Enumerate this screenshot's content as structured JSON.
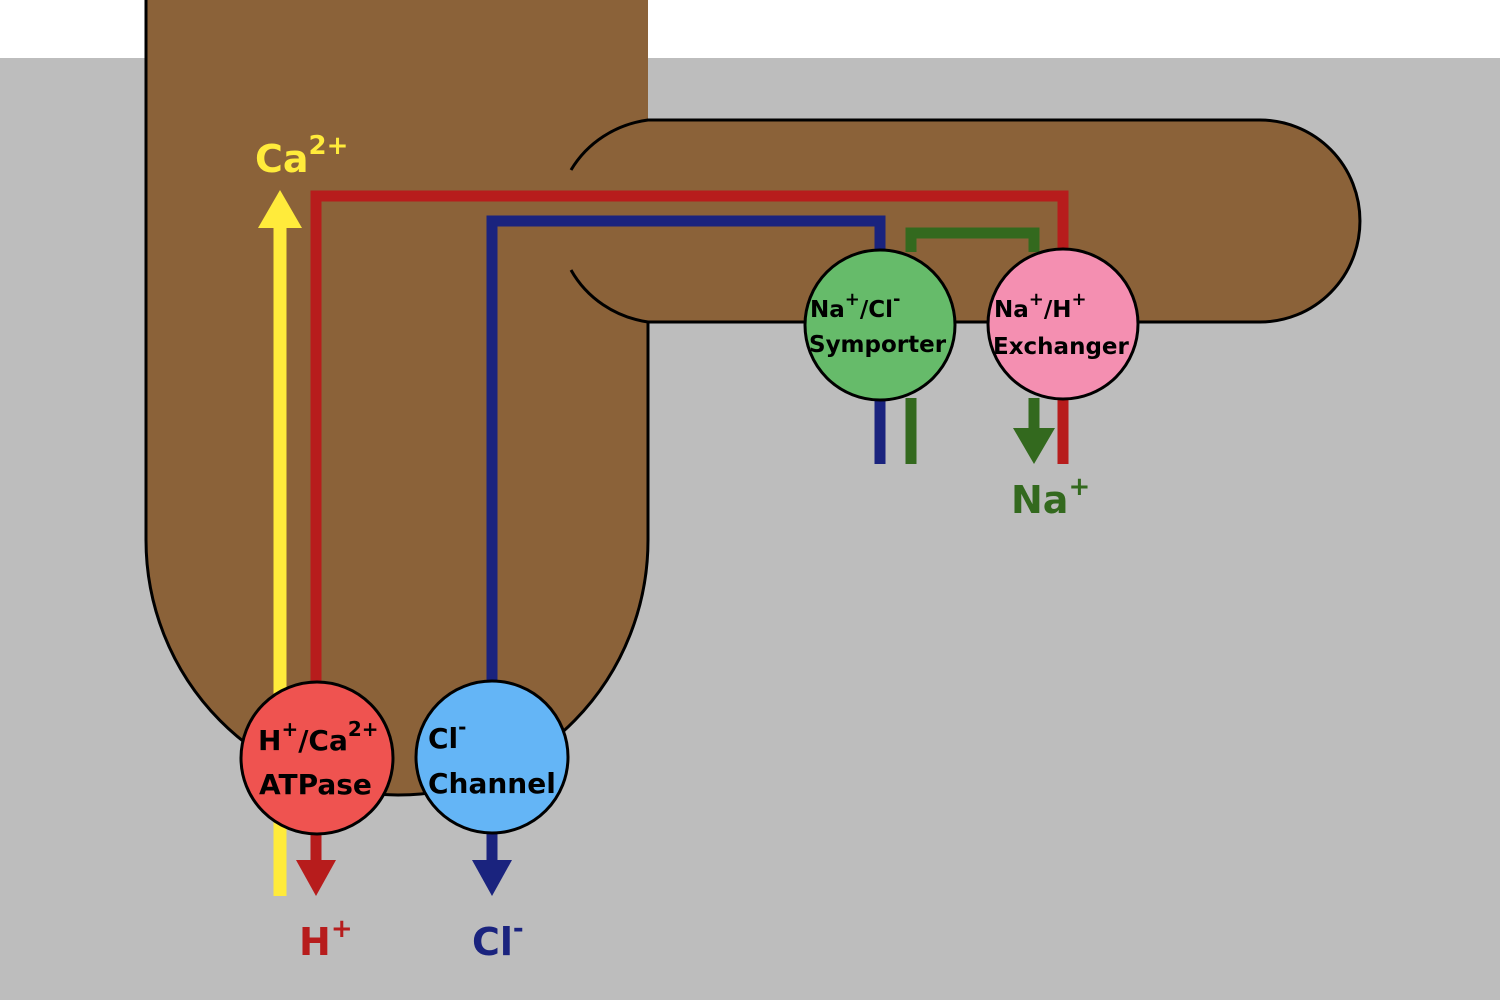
{
  "colors": {
    "background_top": "#ffffff",
    "background": "#bdbdbd",
    "cell": "#8b6239",
    "outline": "#000000",
    "calcium": "#ffeb3b",
    "proton": "#b71c1c",
    "chloride": "#1a237e",
    "sodium": "#33691e",
    "atpase": "#ef5350",
    "cl_channel": "#64b5f6",
    "symporter": "#66bb6a",
    "exchanger": "#f48fb1"
  },
  "ions": {
    "ca": {
      "base": "Ca",
      "sup": "2+"
    },
    "h": {
      "base": "H",
      "sup": "+"
    },
    "cl": {
      "base": "Cl",
      "sup": "-"
    },
    "na": {
      "base": "Na",
      "sup": "+"
    }
  },
  "transporters": {
    "atpase": {
      "line1": {
        "a": "H",
        "a_sup": "+",
        "b": "/Ca",
        "b_sup": "2+"
      },
      "line2": "ATPase"
    },
    "cl_channel": {
      "line1": {
        "a": "Cl",
        "a_sup": "-"
      },
      "line2": "Channel"
    },
    "symporter": {
      "line1": {
        "a": "Na",
        "a_sup": "+",
        "b": "/Cl",
        "b_sup": "-"
      },
      "line2": "Symporter"
    },
    "exchanger": {
      "line1": {
        "a": "Na",
        "a_sup": "+",
        "b": "/H",
        "b_sup": "+"
      },
      "line2": "Exchanger"
    }
  }
}
